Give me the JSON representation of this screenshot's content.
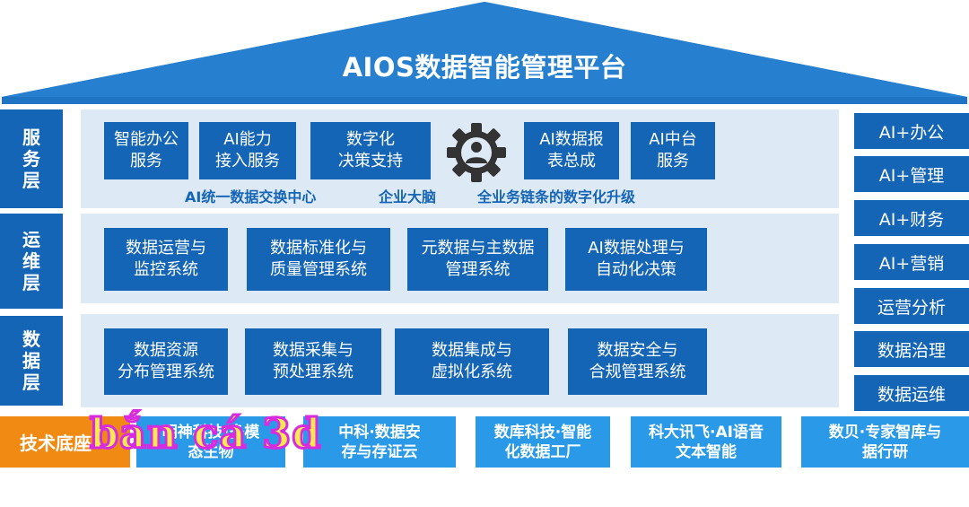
{
  "title": "AIOS数据智能管理平台",
  "layers": {
    "service": {
      "label": "服务层",
      "boxes": [
        "智能办公\n服务",
        "AI能力\n接入服务",
        "数字化\n决策支持",
        "AI数据报\n表总成",
        "AI中台\n服务"
      ],
      "taglines": [
        "AI统一数据交换中心",
        "企业大脑",
        "全业务链条的数字化升级"
      ]
    },
    "ops": {
      "label": "运维层",
      "boxes": [
        "数据运营与\n监控系统",
        "数据标准化与\n质量管理系统",
        "元数据与主数据\n管理系统",
        "AI数据处理与\n自动化决策"
      ]
    },
    "data": {
      "label": "数据层",
      "boxes": [
        "数据资源\n分布管理系统",
        "数据采集与\n预处理系统",
        "数据集成与\n虚拟化系统",
        "数据安全与\n合规管理系统"
      ]
    }
  },
  "right_column": [
    "AI+办公",
    "AI+管理",
    "AI+财务",
    "AI+营销",
    "运营分析",
    "数据治理",
    "数据运维"
  ],
  "tech_base": {
    "label": "技术底座",
    "items": [
      "明神科技·多模\n态生物",
      "中科·数据安\n存与存证云",
      "数库科技·智能\n化数据工厂",
      "科大讯飞·AI语音\n文本智能",
      "数贝·专家智库与\n据行研"
    ]
  },
  "watermark": "bắn cá 3d",
  "icons": {
    "center": "gear-person-icon"
  },
  "colors": {
    "primary": "#1565b7",
    "panel": "#dde9f5",
    "tech": "#2a9ae8",
    "accent": "#f08a12"
  }
}
